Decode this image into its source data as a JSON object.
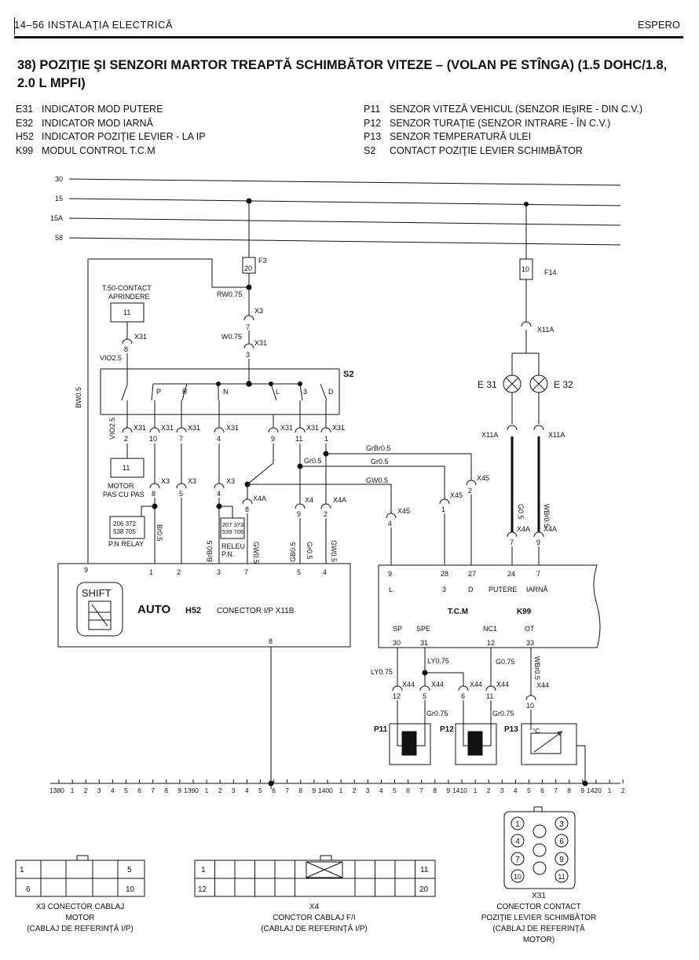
{
  "header": {
    "section": "14–56  INSTALAŢIA ELECTRICĂ",
    "brand": "ESPERO"
  },
  "title": "38) POZIŢIE ŞI SENZORI MARTOR TREAPTĂ SCHIMBĂTOR VITEZE – (VOLAN PE STÎNGA) (1.5 DOHC/1.8, 2.0 L MPFI)",
  "legend_left": [
    {
      "code": "E31",
      "desc": "INDICATOR MOD PUTERE"
    },
    {
      "code": "E32",
      "desc": "INDICATOR MOD IARNĂ"
    },
    {
      "code": "H52",
      "desc": "INDICATOR POZIŢIE LEVIER - LA IP"
    },
    {
      "code": "K99",
      "desc": "MODUL CONTROL T.C.M"
    }
  ],
  "legend_right": [
    {
      "code": "P11",
      "desc": "SENZOR VITEZĂ VEHICUL (SENZOR IEşIRE - DIN C.V.)"
    },
    {
      "code": "P12",
      "desc": "SENZOR TURAŢIE (SENZOR INTRARE - ÎN C.V.)"
    },
    {
      "code": "P13",
      "desc": "SENZOR TEMPERATURĂ ULEI"
    },
    {
      "code": "S2",
      "desc": "CONTACT POZIŢIE LEVIER SCHIMBĂTOR"
    }
  ],
  "diagram": {
    "buses": [
      "30",
      "15",
      "15A",
      "58"
    ],
    "fuse_left": {
      "name": "F3",
      "value": "20"
    },
    "fuse_right": {
      "name": "F14",
      "value": "10"
    },
    "ignition": {
      "label1": "T.50-CONTACT",
      "label2": "APRINDERE",
      "pin": "11"
    },
    "motor": {
      "label1": "MOTOR",
      "label2": "PAS CU PAS",
      "pin": "11"
    },
    "switch_label": "S2",
    "switch_positions": [
      "P",
      "R",
      "N",
      "L",
      "3",
      "D"
    ],
    "wires": {
      "rw075": "RW0.75",
      "w075": "W0.75",
      "vio25a": "VIO2.5",
      "vio25b": "VIO2.5",
      "bw05": "BW0.5",
      "br05": "Br0.5",
      "brb05": "BrB0.5",
      "gw05a": "GW0.5",
      "gb05": "GB0.5",
      "gr05a": "Gr0.5",
      "gw05b": "GW0.5",
      "grbr05": "GrBr0.5",
      "gr05b": "Gr0.5",
      "gr05c": "Gr0.5",
      "gw05c": "GW0.5",
      "g05": "G0.5",
      "wbr05a": "WBr0.5",
      "ly075a": "LY0.75",
      "ly075b": "LY0.75",
      "g075": "G0.75",
      "wbr05b": "WBr0.5",
      "gr075a": "Gr0.75",
      "gr075b": "Gr0.75"
    },
    "connectors": {
      "x31": "X31",
      "x3": "X3",
      "x4": "X4",
      "x4a": "X4A",
      "x45": "X45",
      "x11a": "X11A",
      "x44": "X44"
    },
    "pins": {
      "x3_7": "7",
      "x31_3": "3",
      "x31_8": "8",
      "x31_2": "2",
      "x31_10": "10",
      "x31_7": "7",
      "x31_4": "4",
      "x31_9": "9",
      "x31_11": "11",
      "x31_1": "1",
      "x3_8": "8",
      "x3_5": "5",
      "x3_4": "4",
      "x4a_8": "8",
      "x4_9": "9",
      "x4a_2": "2",
      "x45_4": "4",
      "x45_1": "1",
      "x45_2": "2",
      "x4a_7": "7",
      "x4a_9": "9",
      "x44_12": "12",
      "x44_5": "5",
      "x44_6": "6",
      "x44_11": "11",
      "x44_10": "10"
    },
    "lamps": {
      "e31": "E 31",
      "e32": "E 32"
    },
    "relay1": {
      "nums": "206  372\n538  705",
      "label": "P.N RELAY"
    },
    "relay2": {
      "nums": "207 373\n539 706",
      "label1": "RELEU",
      "label2": "P.N."
    },
    "h52": {
      "shift": "SHIFT",
      "auto": "AUTO",
      "code": "H52",
      "connector": "CONECTOR I/P X11B",
      "pins": [
        "9",
        "1",
        "2",
        "3",
        "7",
        "5",
        "4"
      ],
      "bottom_pin": "8"
    },
    "tcm": {
      "name": "T.C.M",
      "code": "K99",
      "top_pins": [
        "9",
        "28",
        "27",
        "24",
        "7"
      ],
      "top_labels": [
        "L",
        "3",
        "D",
        "PUTERE",
        "IARNĂ"
      ],
      "bottom_labels": [
        "SP",
        "SPE",
        "NC1",
        "OT"
      ],
      "bottom_pins": [
        "30",
        "31",
        "12",
        "33"
      ]
    },
    "sensors": {
      "p11": "P11",
      "p12": "P12",
      "p13": "P13",
      "unit": "°C"
    },
    "ground_bar": {
      "groups": [
        {
          "start": "1380",
          "nums": [
            "1",
            "2",
            "3",
            "4",
            "5",
            "6",
            "7",
            "8",
            "9"
          ]
        },
        {
          "start": "1390",
          "nums": [
            "1",
            "2",
            "3",
            "4",
            "5",
            "6",
            "7",
            "8",
            "9"
          ]
        },
        {
          "start": "1400",
          "nums": [
            "1",
            "2",
            "3",
            "4",
            "5",
            "6",
            "7",
            "8",
            "9"
          ]
        },
        {
          "start": "1410",
          "nums": [
            "1",
            "2",
            "3",
            "4",
            "5",
            "6",
            "7",
            "8",
            "9"
          ]
        },
        {
          "start": "1420",
          "nums": [
            "1",
            "2"
          ]
        }
      ]
    }
  },
  "connector_views": {
    "x3": {
      "tl": "1",
      "tr": "5",
      "bl": "6",
      "br": "10",
      "caption1": "X3 CONECTOR CABLAJ",
      "caption2": "MOTOR",
      "caption3": "(CABLAJ DE REFERINŢĂ I/P)"
    },
    "x4": {
      "tl": "1",
      "tr": "11",
      "bl": "12",
      "br": "20",
      "caption1": "X4",
      "caption2": "CONCTOR CABLAJ F/I",
      "caption3": "(CABLAJ DE REFERINŢĂ I/P)"
    },
    "x31": {
      "pins": [
        "1",
        "3",
        "4",
        "6",
        "7",
        "9",
        "10",
        "11"
      ],
      "caption1": "X31",
      "caption2": "CONECTOR CONTACT",
      "caption3": "POZIŢIE LEVIER SCHIMBĂTOR",
      "caption4": "(CABLAJ DE REFERINŢĂ",
      "caption5": "MOTOR)"
    }
  },
  "colors": {
    "ink": "#111111",
    "paper": "#ffffff"
  }
}
